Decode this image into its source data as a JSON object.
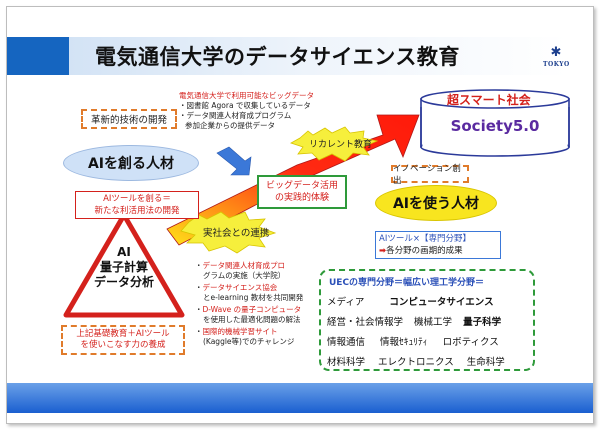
{
  "header": {
    "title": "電気通信大学のデータサイエンス教育",
    "logo_text": "TOKYO"
  },
  "top_left_box": {
    "label": "革新的技術の開発"
  },
  "bigdata_note": {
    "title": "電気通信大学で利用可能なビッグデータ",
    "lines": [
      "・図書館 Agora で収集しているデータ",
      "・データ関連人材育成プログラム",
      "参加企業からの提供データ"
    ]
  },
  "society": {
    "top": "超スマート社会",
    "main": "Society5.0"
  },
  "recurrent": {
    "label": "リカレント教育"
  },
  "innovation": {
    "label": "イノベーション創出"
  },
  "ai_create": {
    "label": "AIを創る人材",
    "desc_lines": [
      "AIツールを創る＝",
      "新たな利活用法の開発"
    ]
  },
  "bigdata_use": {
    "lines": [
      "ビッグデータ活用",
      "の実践的体験"
    ]
  },
  "ai_use": {
    "label": "AIを使う人材",
    "desc_line1": "AIツール×【専門分野】",
    "desc_line2": "各分野の画期的成果"
  },
  "industry": {
    "label": "実社会との連携"
  },
  "triangle": {
    "lines": [
      "AI",
      "量子計算",
      "データ分析"
    ]
  },
  "bottom_left_box": {
    "lines": [
      "上記基礎教育＋AIツール",
      "を使いこなす力の養成"
    ]
  },
  "programs": [
    {
      "title": "データ関連人材育成プロ",
      "rest": [
        "グラムの実施（大学院）"
      ]
    },
    {
      "title": "データサイエンス協会",
      "rest": [
        "とe-learning 教材を共同開発"
      ]
    },
    {
      "title": "D-Wave の量子コンピュータ",
      "rest": [
        "を使用した最適化問題の解法"
      ]
    },
    {
      "title": "国際的機械学習サイト",
      "rest": [
        "(Kaggle等)でのチャレンジ"
      ]
    }
  ],
  "fields": {
    "title": "UECの専門分野＝幅広い理工学分野＝",
    "rows": [
      [
        "メディア",
        "コンピュータサイエンス"
      ],
      [
        "経営・社会情報学",
        "機械工学",
        "量子科学"
      ],
      [
        "情報通信",
        "情報ｾｷｭﾘﾃｨ",
        "ロボティクス"
      ],
      [
        "材料科学",
        "エレクトロニクス",
        "生命科学"
      ]
    ]
  },
  "colors": {
    "blue": "#1565c0",
    "red": "#d4211c",
    "orange": "#e07b2b",
    "green": "#2e9a3a",
    "yellow": "#f6e21b"
  }
}
